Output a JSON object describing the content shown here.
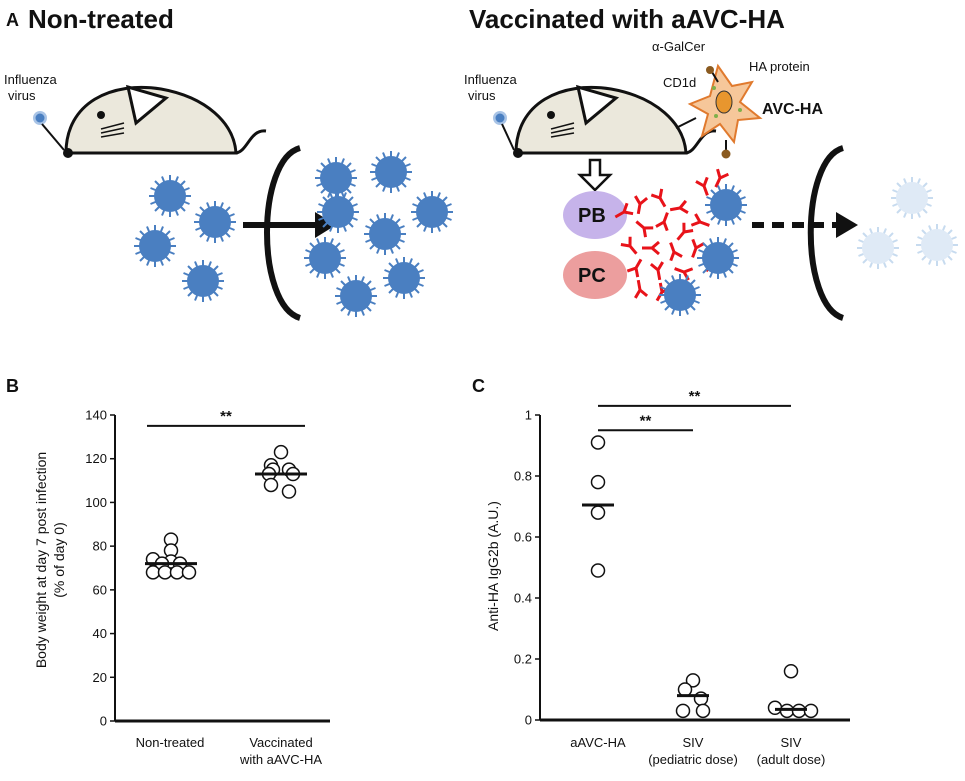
{
  "panel_a": {
    "letter": "A",
    "left_title": "Non-treated",
    "right_title": "Vaccinated with aAVC-HA",
    "influenza_line1": "Influenza",
    "influenza_line2": "virus",
    "galcer_label": "α-GalCer",
    "cd1d_label": "CD1d",
    "ha_protein_label": "HA protein",
    "avc_label": "AVC-HA",
    "pb_label": "PB",
    "pc_label": "PC",
    "colors": {
      "mouse_body": "#ebe8dc",
      "virus": "#4a7fc1",
      "virus_faded": "#c7dbef",
      "antibody": "#e8131a",
      "pb": "#c6b3ea",
      "pc": "#ec9e9e",
      "cell": "#f6c79a"
    }
  },
  "chart_data": [
    {
      "panel": "B",
      "type": "scatter",
      "ylabel_line1": "Body weight at day 7 post infection",
      "ylabel_line2": "(% of day 0)",
      "categories": [
        "Non-treated",
        "Vaccinated"
      ],
      "category_line2": [
        "",
        "with aAVC-HA"
      ],
      "ylim": [
        0,
        140
      ],
      "yticks": [
        "0",
        "20",
        "40",
        "60",
        "80",
        "100",
        "120",
        "140"
      ],
      "series": [
        {
          "category": "Non-treated",
          "values": [
            83,
            78,
            74,
            73,
            72,
            72,
            68,
            68,
            68,
            68
          ],
          "mean": 72
        },
        {
          "category": "Vaccinated",
          "values": [
            123,
            117,
            115,
            115,
            113,
            113,
            108,
            105
          ],
          "mean": 113
        }
      ],
      "significance": [
        {
          "from": "Non-treated",
          "to": "Vaccinated",
          "y": 135,
          "label": "**"
        }
      ]
    },
    {
      "panel": "C",
      "type": "scatter",
      "ylabel": "Anti-HA IgG2b (A.U.)",
      "categories": [
        "aAVC-HA",
        "SIV",
        "SIV"
      ],
      "category_line2": [
        "",
        "(pediatric dose)",
        "(adult dose)"
      ],
      "ylim": [
        0,
        1
      ],
      "yticks": [
        "0",
        "0.2",
        "0.4",
        "0.6",
        "0.8",
        "1"
      ],
      "series": [
        {
          "category": "aAVC-HA",
          "values": [
            0.91,
            0.78,
            0.68,
            0.49
          ],
          "mean": 0.705
        },
        {
          "category": "SIV (pediatric dose)",
          "values": [
            0.13,
            0.1,
            0.07,
            0.03,
            0.03
          ],
          "mean": 0.08
        },
        {
          "category": "SIV (adult dose)",
          "values": [
            0.16,
            0.04,
            0.03,
            0.03,
            0.03
          ],
          "mean": 0.035
        }
      ],
      "significance": [
        {
          "from": "aAVC-HA",
          "to": "SIV (pediatric dose)",
          "y": 0.95,
          "label": "**"
        },
        {
          "from": "aAVC-HA",
          "to": "SIV (adult dose)",
          "y": 1.03,
          "label": "**"
        }
      ]
    }
  ]
}
